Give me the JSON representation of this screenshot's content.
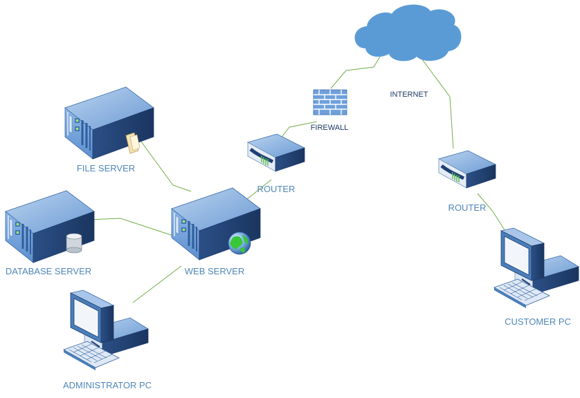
{
  "nodes": {
    "file_server": {
      "label": "FILE SERVER",
      "icon": "file-server-icon"
    },
    "database_server": {
      "label": "DATABASE SERVER",
      "icon": "database-server-icon"
    },
    "web_server": {
      "label": "WEB SERVER",
      "icon": "web-server-icon"
    },
    "administrator_pc": {
      "label": "ADMINISTRATOR PC",
      "icon": "desktop-pc-icon"
    },
    "router_left": {
      "label": "ROUTER",
      "icon": "router-icon"
    },
    "firewall": {
      "label": "FIREWALL",
      "icon": "firewall-icon"
    },
    "internet": {
      "label": "INTERNET",
      "icon": "cloud-icon"
    },
    "router_right": {
      "label": "ROUTER",
      "icon": "router-icon"
    },
    "customer_pc": {
      "label": "CUSTOMER PC",
      "icon": "desktop-pc-icon"
    }
  },
  "connections": [
    [
      "file_server",
      "web_server"
    ],
    [
      "database_server",
      "web_server"
    ],
    [
      "administrator_pc",
      "web_server"
    ],
    [
      "web_server",
      "router_left"
    ],
    [
      "router_left",
      "firewall"
    ],
    [
      "firewall",
      "internet"
    ],
    [
      "internet",
      "router_right"
    ],
    [
      "router_right",
      "customer_pc"
    ]
  ],
  "colors": {
    "connector": "#70ad47",
    "label": "#4f86b8",
    "label_dark": "#1f3864",
    "device_light": "#8cb4e2",
    "device_mid": "#4a7ebb",
    "device_dark": "#1f3f73",
    "cloud": "#5b9bd5"
  }
}
